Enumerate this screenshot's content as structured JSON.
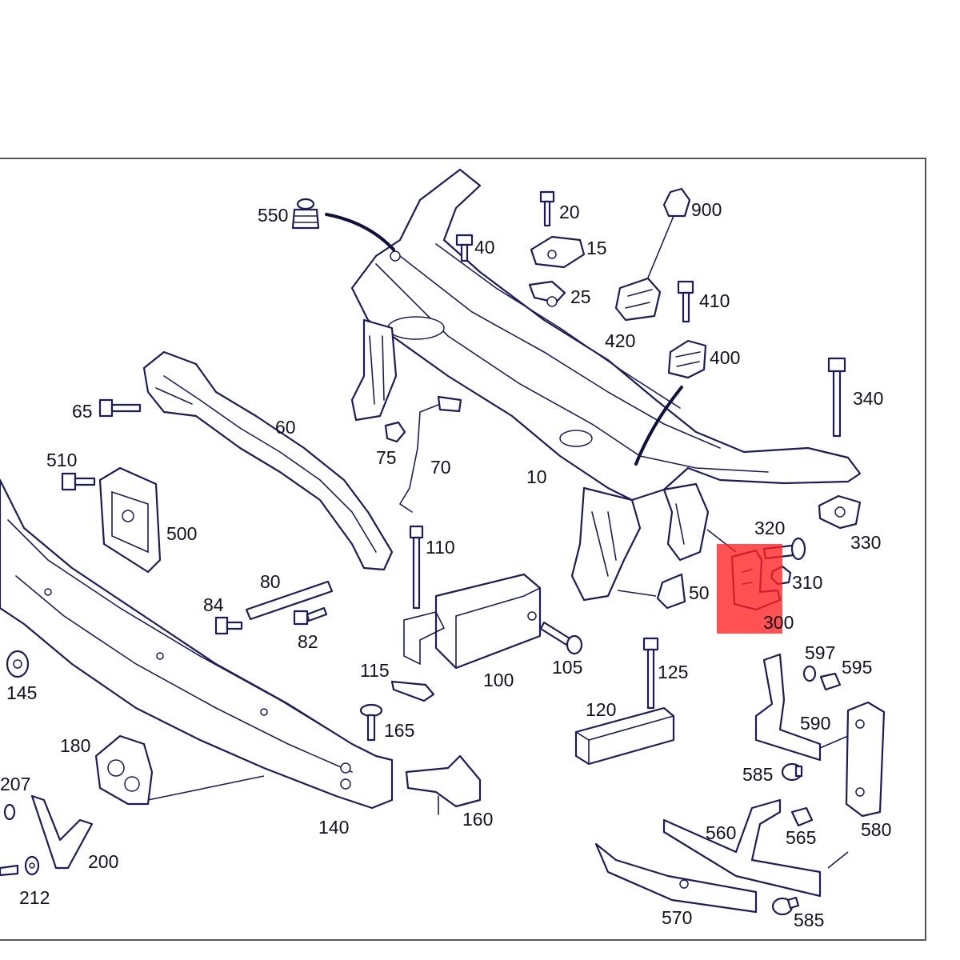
{
  "diagram": {
    "callouts": [
      "10",
      "15",
      "20",
      "25",
      "40",
      "50",
      "60",
      "65",
      "70",
      "75",
      "80",
      "82",
      "84",
      "100",
      "105",
      "110",
      "115",
      "120",
      "125",
      "140",
      "145",
      "160",
      "165",
      "180",
      "200",
      "207",
      "212",
      "300",
      "310",
      "320",
      "330",
      "340",
      "400",
      "410",
      "420",
      "500",
      "510",
      "550",
      "560",
      "565",
      "570",
      "580",
      "585",
      "585",
      "590",
      "595",
      "597",
      "900"
    ],
    "highlight": {
      "color": "#ff2020",
      "target_part": "300"
    }
  }
}
